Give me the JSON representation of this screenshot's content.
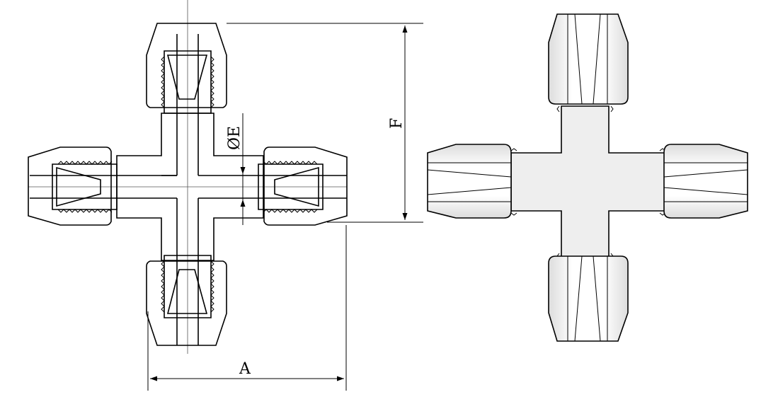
{
  "dimensions": {
    "a_label": "A",
    "e_label": "ØE",
    "f_label": "F"
  },
  "colors": {
    "line": "#000000",
    "body_fill": "#eeeeee",
    "nut_fill": "#f4f4f4",
    "background": "#ffffff"
  }
}
